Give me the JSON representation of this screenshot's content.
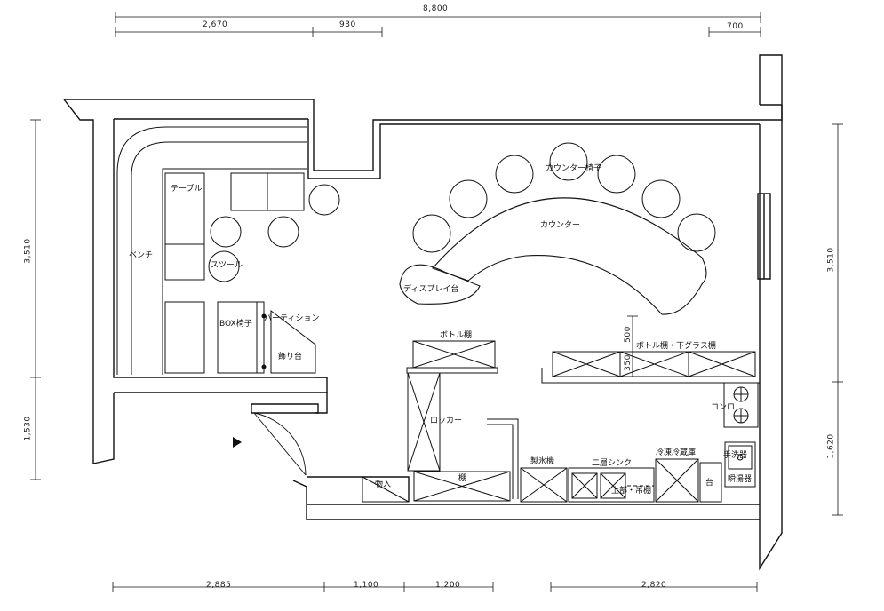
{
  "dimensions": {
    "top_total": "8,800",
    "top_a": "2,670",
    "top_b": "930",
    "top_c": "700",
    "bottom_a": "2,885",
    "bottom_b": "1,100",
    "bottom_c": "1,200",
    "bottom_d": "2,820",
    "left_upper": "3,510",
    "left_lower": "1,530",
    "right_upper": "3,510",
    "right_lower": "1,620",
    "shelf_depth": "500",
    "shelf_depth_small": "350"
  },
  "labels": {
    "table": "テーブル",
    "bench": "ベンチ",
    "stool": "スツール",
    "box_chair": "BOX椅子",
    "partition": "パーティション",
    "decor_stand": "飾り台",
    "counter_chair": "カウンター椅子",
    "counter": "カウンター",
    "display_stand": "ディスプレイ台",
    "bottle_shelf": "ボトル棚",
    "bottle_glass_shelf": "ボトル棚・下グラス棚",
    "stove": "コンロ",
    "locker": "ロッカー",
    "ice_maker": "製氷機",
    "double_sink": "二層シンク",
    "upper_hanging_shelf": "上部・吊棚",
    "fridge_freezer": "冷凍冷蔵庫",
    "hand_wash": "手洗器",
    "storage": "物入",
    "shelf": "棚",
    "stand": "台",
    "water_heater": "瞬湯器"
  }
}
